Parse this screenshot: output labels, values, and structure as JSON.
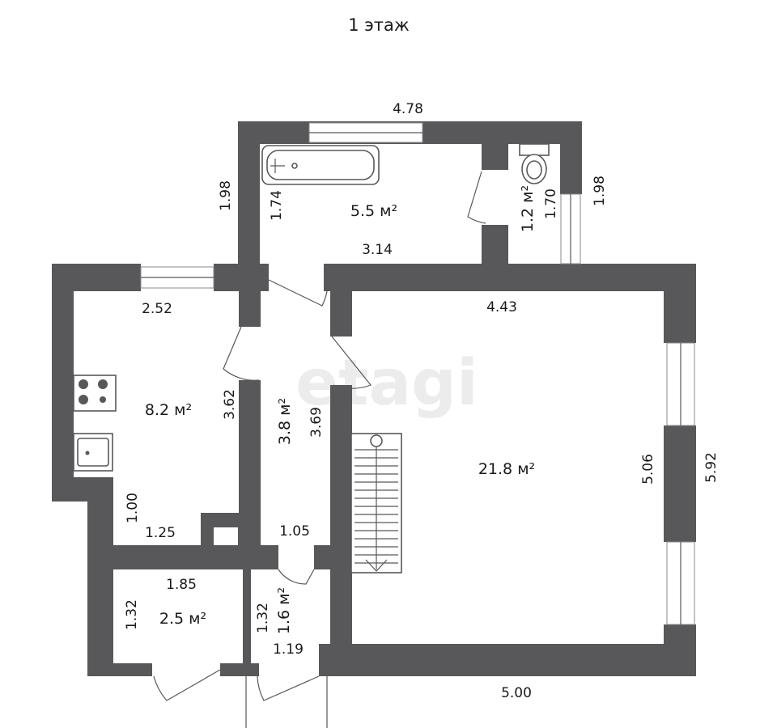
{
  "plan": {
    "title": "1 этаж",
    "watermark": "etagi",
    "colors": {
      "wall": "#58585a",
      "background": "#ffffff",
      "watermark": "#e8e8e8"
    },
    "rooms": [
      {
        "name": "bathroom",
        "area": "5.5 м²",
        "dims": [
          "4.78",
          "1.98",
          "1.74",
          "3.14"
        ]
      },
      {
        "name": "toilet",
        "area": "1.2 м²",
        "dims": [
          "1.70",
          "1.98"
        ]
      },
      {
        "name": "kitchen",
        "area": "8.2 м²",
        "dims": [
          "2.52",
          "3.62",
          "1.00",
          "1.25"
        ]
      },
      {
        "name": "hallway",
        "area": "3.8 м²",
        "dims": [
          "3.69",
          "1.05"
        ]
      },
      {
        "name": "living-room",
        "area": "21.8 м²",
        "dims": [
          "4.43",
          "5.06",
          "5.92",
          "5.00"
        ]
      },
      {
        "name": "storage",
        "area": "2.5 м²",
        "dims": [
          "1.85",
          "1.32"
        ]
      },
      {
        "name": "vestibule",
        "area": "1.6 м²",
        "dims": [
          "1.32",
          "1.19"
        ]
      }
    ]
  }
}
